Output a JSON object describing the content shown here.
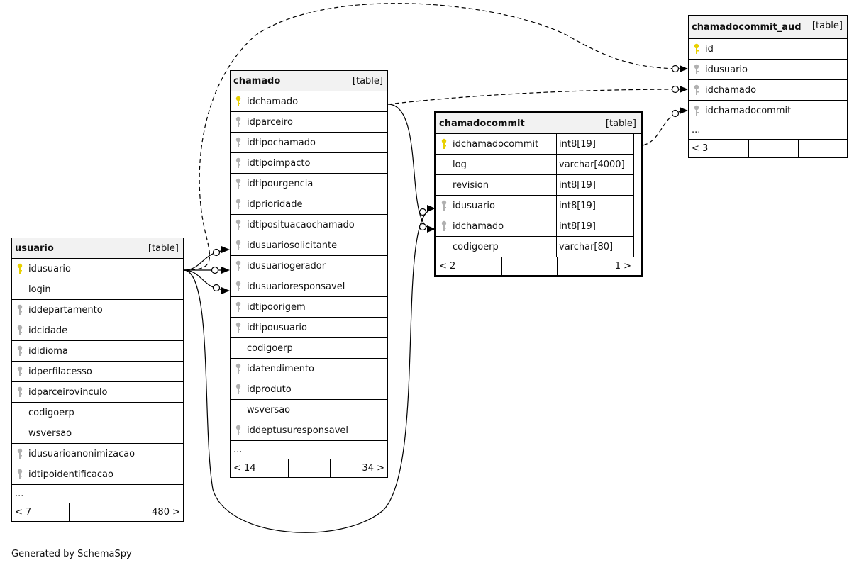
{
  "tables": {
    "usuario": {
      "name": "usuario",
      "kind": "[table]",
      "columns": [
        {
          "name": "idusuario",
          "key": "primary"
        },
        {
          "name": "login",
          "key": "none"
        },
        {
          "name": "iddepartamento",
          "key": "foreign"
        },
        {
          "name": "idcidade",
          "key": "foreign"
        },
        {
          "name": "ididioma",
          "key": "foreign"
        },
        {
          "name": "idperfilacesso",
          "key": "foreign"
        },
        {
          "name": "idparceirovinculo",
          "key": "foreign"
        },
        {
          "name": "codigoerp",
          "key": "none"
        },
        {
          "name": "wsversao",
          "key": "none"
        },
        {
          "name": "idusuarioanonimizacao",
          "key": "foreign"
        },
        {
          "name": "idtipoidentificacao",
          "key": "foreign"
        }
      ],
      "more": "...",
      "footer": [
        "< 7",
        "",
        "480 >"
      ]
    },
    "chamado": {
      "name": "chamado",
      "kind": "[table]",
      "columns": [
        {
          "name": "idchamado",
          "key": "primary"
        },
        {
          "name": "idparceiro",
          "key": "foreign"
        },
        {
          "name": "idtipochamado",
          "key": "foreign"
        },
        {
          "name": "idtipoimpacto",
          "key": "foreign"
        },
        {
          "name": "idtipourgencia",
          "key": "foreign"
        },
        {
          "name": "idprioridade",
          "key": "foreign"
        },
        {
          "name": "idtiposituacaochamado",
          "key": "foreign"
        },
        {
          "name": "idusuariosolicitante",
          "key": "foreign"
        },
        {
          "name": "idusuariogerador",
          "key": "foreign"
        },
        {
          "name": "idusuarioresponsavel",
          "key": "foreign"
        },
        {
          "name": "idtipoorigem",
          "key": "foreign"
        },
        {
          "name": "idtipousuario",
          "key": "foreign"
        },
        {
          "name": "codigoerp",
          "key": "none"
        },
        {
          "name": "idatendimento",
          "key": "foreign"
        },
        {
          "name": "idproduto",
          "key": "foreign"
        },
        {
          "name": "wsversao",
          "key": "none"
        },
        {
          "name": "iddeptusuresponsavel",
          "key": "foreign"
        }
      ],
      "more": "...",
      "footer": [
        "< 14",
        "",
        "34 >"
      ]
    },
    "chamadocommit": {
      "name": "chamadocommit",
      "kind": "[table]",
      "columns": [
        {
          "name": "idchamadocommit",
          "type": "int8[19]",
          "key": "primary"
        },
        {
          "name": "log",
          "type": "varchar[4000]",
          "key": "none"
        },
        {
          "name": "revision",
          "type": "int8[19]",
          "key": "none"
        },
        {
          "name": "idusuario",
          "type": "int8[19]",
          "key": "foreign"
        },
        {
          "name": "idchamado",
          "type": "int8[19]",
          "key": "foreign"
        },
        {
          "name": "codigoerp",
          "type": "varchar[80]",
          "key": "none"
        }
      ],
      "footer": [
        "< 2",
        "",
        "1 >"
      ]
    },
    "chamadocommit_aud": {
      "name": "chamadocommit_aud",
      "kind": "[table]",
      "columns": [
        {
          "name": "id",
          "key": "primary"
        },
        {
          "name": "idusuario",
          "key": "foreign"
        },
        {
          "name": "idchamado",
          "key": "foreign"
        },
        {
          "name": "idchamadocommit",
          "key": "foreign"
        }
      ],
      "more": "...",
      "footer": [
        "< 3",
        "",
        ""
      ]
    }
  },
  "icons": {
    "primary": "key-icon-yellow",
    "foreign": "key-icon-gray"
  },
  "colors": {
    "primary_key": "#e8d000",
    "foreign_key": "#b0b0b0",
    "header_bg": "#f2f2f2"
  },
  "caption": "Generated by SchemaSpy"
}
